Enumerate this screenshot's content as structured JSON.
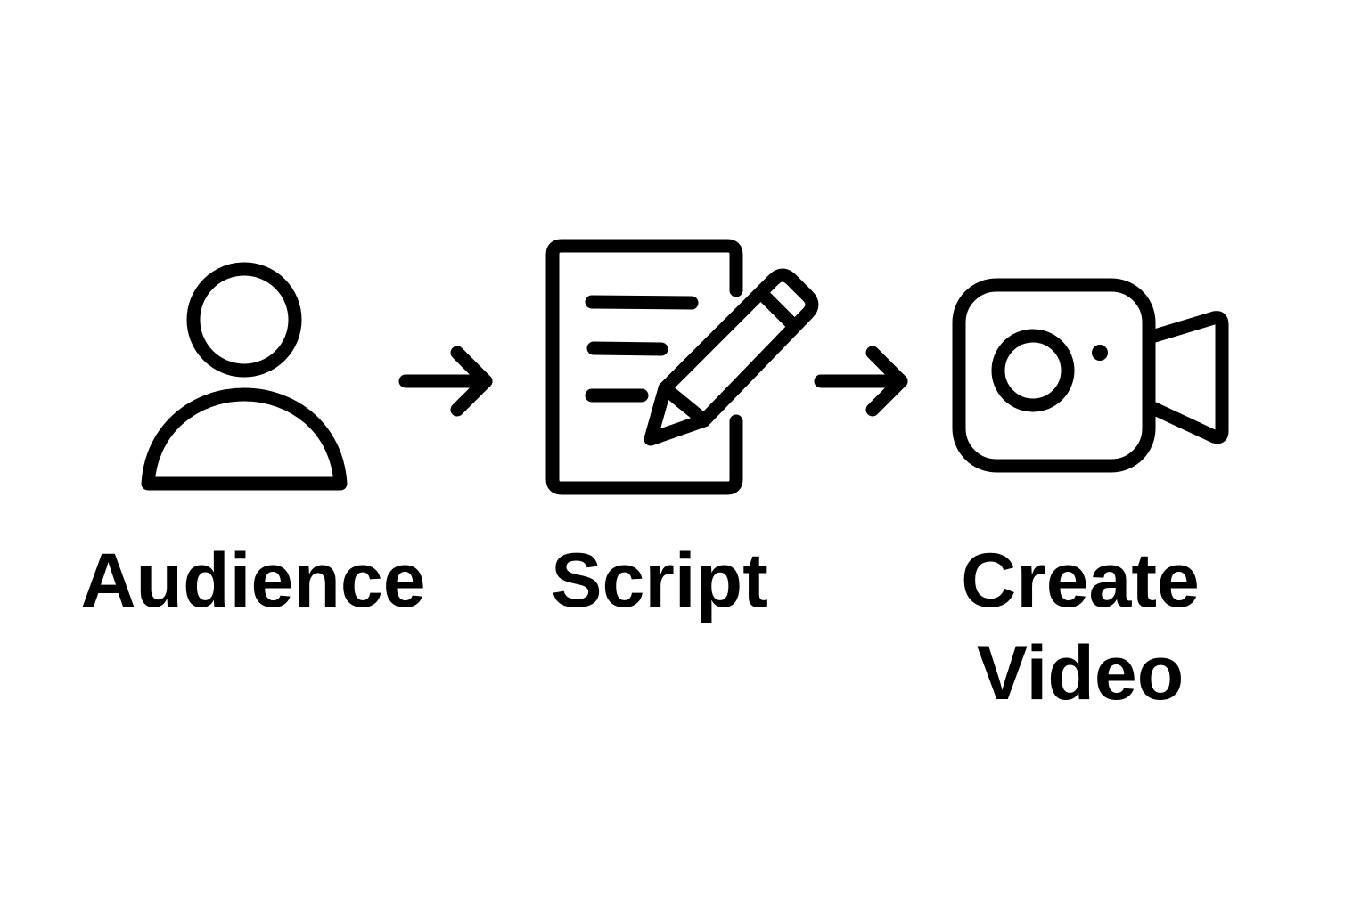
{
  "colors": {
    "stroke": "#000000",
    "background": "#ffffff"
  },
  "steps": [
    {
      "icon": "person-icon",
      "label": "Audience"
    },
    {
      "icon": "document-pencil-icon",
      "label": "Script"
    },
    {
      "icon": "video-camera-icon",
      "label": "Create\nVideo"
    }
  ],
  "connectors": [
    {
      "icon": "arrow-right-icon"
    },
    {
      "icon": "arrow-right-icon"
    }
  ]
}
